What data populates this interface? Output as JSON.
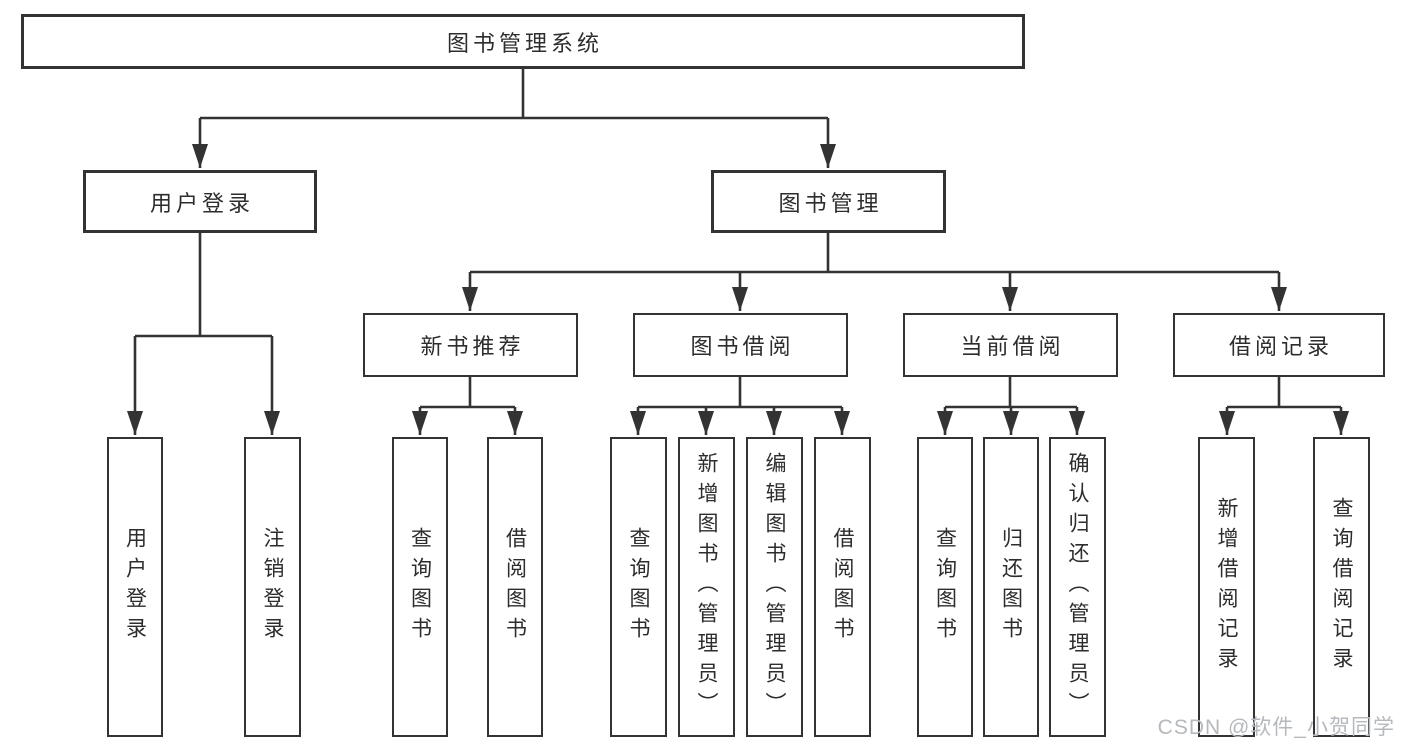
{
  "diagram_title": "图书管理系统",
  "tree": {
    "label": "图书管理系统",
    "children": [
      {
        "label": "用户登录",
        "children": [
          {
            "label": "用户登录"
          },
          {
            "label": "注销登录"
          }
        ]
      },
      {
        "label": "图书管理",
        "children": [
          {
            "label": "新书推荐",
            "children": [
              {
                "label": "查询图书"
              },
              {
                "label": "借阅图书"
              }
            ]
          },
          {
            "label": "图书借阅",
            "children": [
              {
                "label": "查询图书"
              },
              {
                "label": "新增图书（管理员）"
              },
              {
                "label": "编辑图书（管理员）"
              },
              {
                "label": "借阅图书"
              }
            ]
          },
          {
            "label": "当前借阅",
            "children": [
              {
                "label": "查询图书"
              },
              {
                "label": "归还图书"
              },
              {
                "label": "确认归还（管理员）"
              }
            ]
          },
          {
            "label": "借阅记录",
            "children": [
              {
                "label": "新增借阅记录"
              },
              {
                "label": "查询借阅记录"
              }
            ]
          }
        ]
      }
    ]
  },
  "watermark": "CSDN @软件_小贺同学",
  "colors": {
    "line": "#333333",
    "box_border": "#333333",
    "box_background": "#ffffff",
    "text": "#2d2d2d",
    "watermark": "#b5b9bd",
    "page_background": "#ffffff"
  }
}
